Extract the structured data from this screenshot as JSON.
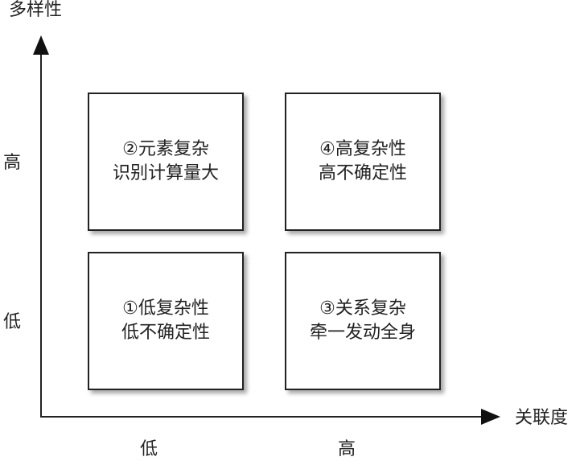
{
  "axes": {
    "y_title": "多样性",
    "x_title": "关联度",
    "y_high": "高",
    "y_low": "低",
    "x_low": "低",
    "x_high": "高"
  },
  "quadrants": [
    {
      "line1": "②元素复杂",
      "line2": "识别计算量大"
    },
    {
      "line1": "④高复杂性",
      "line2": "高不确定性"
    },
    {
      "line1": "①低复杂性",
      "line2": "低不确定性"
    },
    {
      "line1": "③关系复杂",
      "line2": "牵一发动全身"
    }
  ]
}
